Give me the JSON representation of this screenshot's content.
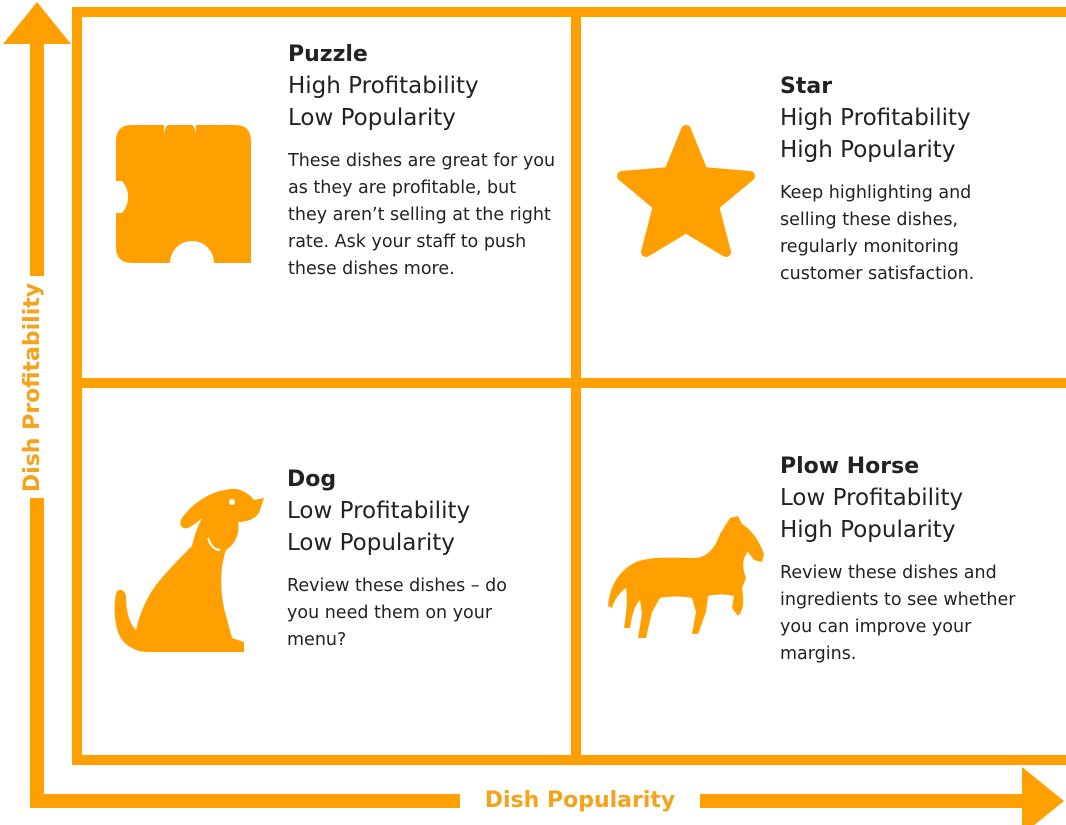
{
  "axes": {
    "y_label": "Dish Profitability",
    "x_label": "Dish Popularity",
    "color": "#FFA000"
  },
  "quadrants": {
    "puzzle": {
      "title": "Puzzle",
      "profitability": "High Profitability",
      "popularity": "Low Popularity",
      "description": "These dishes are great for you as they are profitable, but they aren’t selling at the right rate. Ask your staff to push these dishes more.",
      "icon": "puzzle-piece-icon"
    },
    "star": {
      "title": "Star",
      "profitability": "High Profitability",
      "popularity": "High Popularity",
      "description": "Keep highlighting and selling these dishes, regularly monitoring customer satisfaction.",
      "icon": "star-icon"
    },
    "dog": {
      "title": "Dog",
      "profitability": "Low Profitability",
      "popularity": "Low Popularity",
      "description": "Review these dishes – do you need them on your menu?",
      "icon": "dog-icon"
    },
    "plow_horse": {
      "title": "Plow Horse",
      "profitability": "Low Profitability",
      "popularity": "High Popularity",
      "description": "Review these dishes and ingredients to see whether you can improve your margins.",
      "icon": "horse-icon"
    }
  },
  "icon_color": "#FFA000"
}
